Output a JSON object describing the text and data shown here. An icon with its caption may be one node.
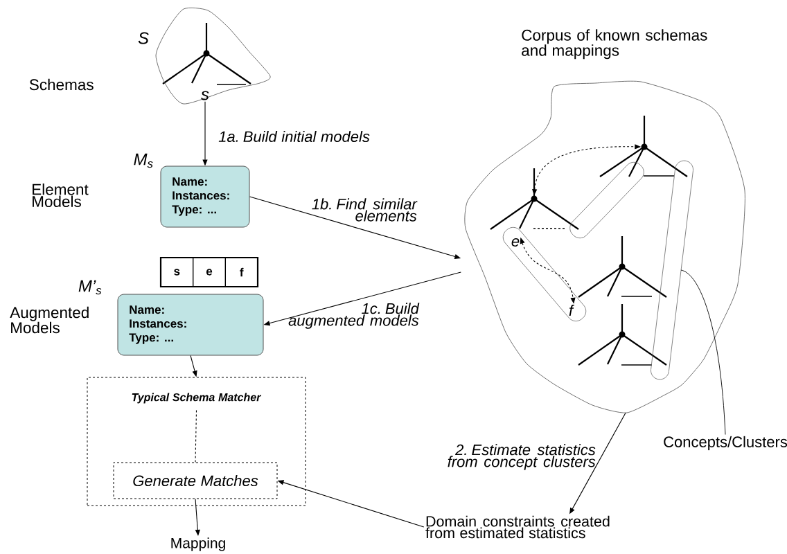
{
  "diagram": {
    "nodes": [
      {
        "text": [
          "S"
        ]
      },
      {
        "text": [
          "s"
        ],
        "in": 0
      },
      {
        "text": [
          "Name: Instances: Type: ..."
        ],
        "beside": [
          "M$_{s}$"
        ]
      },
      {
        "text": [
          "s",
          "e",
          "f"
        ]
      },
      {
        "text": [
          "Name: Instances: Type: ..."
        ],
        "beside": [
          "M’$_{s}$"
        ]
      },
      {
        "text": [
          "Corpus of known schemas and mappings"
        ]
      },
      {
        "text": [
          "e"
        ],
        "in": 5
      },
      {
        "text": [
          "f"
        ],
        "in": 5
      },
      {
        "text": [],
        "shape": "circle",
        "in": 5
      },
      {
        "text": [],
        "shape": "circle",
        "in": 5
      },
      {
        "text": [],
        "shape": "box",
        "in": 5
      },
      {
        "text": [
          "Typical Schema Matcher"
        ]
      },
      {
        "text": [
          "Generate Matches"
        ],
        "in": 11
      },
      {
        "text": [
          "Mapping"
        ]
      },
      {
        "text": [
          "Domain constraints created from estimated statistics"
        ]
      },
      {
        "text": [
          "Concepts/Clusters"
        ]
      }
    ],
    "edges": [
      {
        "from": 1,
        "to": 2,
        "arrow": "to",
        "label": "1a. Build initial models"
      },
      {
        "from": 2,
        "to": 5,
        "arrow": "to",
        "label": "1b. Find similar elements"
      },
      {
        "from": 5,
        "to": 4,
        "arrow": "to",
        "label": "1c. Build augmented models"
      },
      {
        "from": 4,
        "to": 11,
        "arrow": "to"
      },
      {
        "from": 11,
        "to": 12,
        "arrow": "none",
        "style": "dashed"
      },
      {
        "from": 12,
        "to": 13,
        "arrow": "to"
      },
      {
        "from": 5,
        "to": 14,
        "arrow": "to",
        "label": "2. Estimate statistics from concept clusters"
      },
      {
        "from": 14,
        "to": 12,
        "arrow": "to"
      },
      {
        "from": 15,
        "to": 10,
        "arrow": "none"
      },
      {
        "from": 8,
        "to": 9,
        "arrow": "both",
        "style": "dashed"
      },
      {
        "from": 6,
        "to": 7,
        "arrow": "both",
        "style": "dashed"
      }
    ],
    "labels": [
      "Schemas",
      "Element Models",
      "Augmented Models"
    ]
  }
}
